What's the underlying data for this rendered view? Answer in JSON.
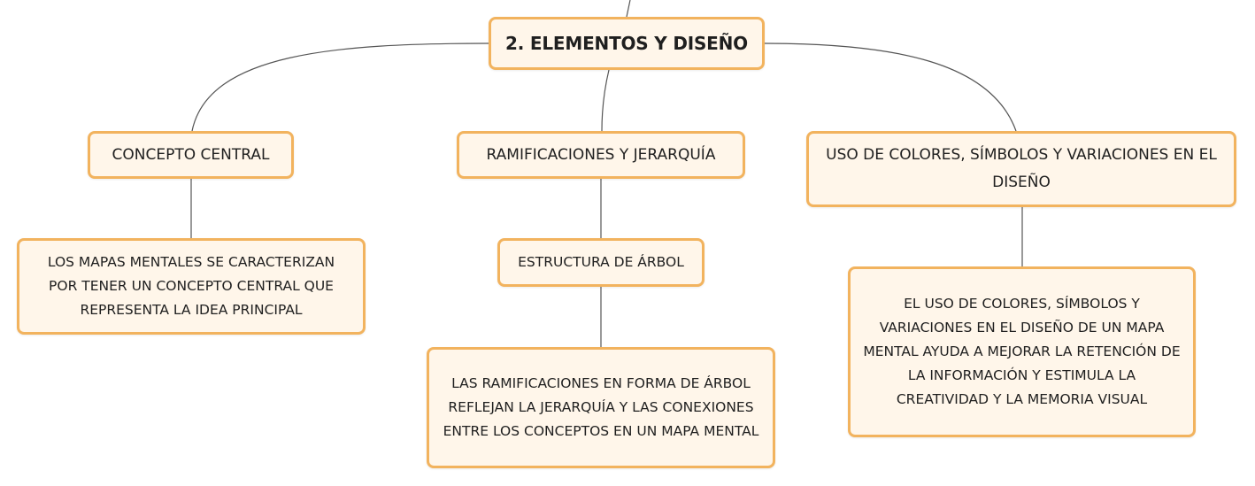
{
  "diagram": {
    "root": {
      "label": "2. ELEMENTOS Y DISEÑO"
    },
    "branches": [
      {
        "label": "CONCEPTO CENTRAL",
        "children": [
          {
            "label": "LOS MAPAS MENTALES SE CARACTERIZAN POR TENER UN CONCEPTO CENTRAL QUE REPRESENTA LA IDEA PRINCIPAL"
          }
        ]
      },
      {
        "label": "RAMIFICACIONES Y JERARQUÍA",
        "children": [
          {
            "label": "ESTRUCTURA DE ÁRBOL",
            "children": [
              {
                "label": "LAS RAMIFICACIONES EN FORMA DE ÁRBOL REFLEJAN LA JERARQUÍA Y LAS CONEXIONES ENTRE LOS CONCEPTOS EN UN MAPA MENTAL"
              }
            ]
          }
        ]
      },
      {
        "label": "USO DE COLORES, SÍMBOLOS Y VARIACIONES EN EL DISEÑO",
        "children": [
          {
            "label": "EL USO DE COLORES, SÍMBOLOS Y VARIACIONES EN EL DISEÑO DE UN MAPA MENTAL AYUDA A MEJORAR LA RETENCIÓN DE LA INFORMACIÓN Y ESTIMULA LA CREATIVIDAD Y LA MEMORIA VISUAL"
          }
        ]
      }
    ]
  },
  "colors": {
    "node_fill": "#fff6ea",
    "node_border": "#f2b35e",
    "connector": "#555555"
  }
}
